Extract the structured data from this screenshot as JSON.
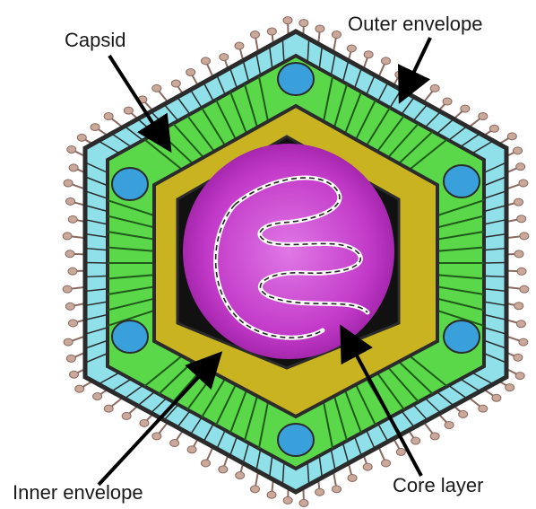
{
  "labels": {
    "capsid": "Capsid",
    "outer_envelope": "Outer envelope",
    "inner_envelope": "Inner envelope",
    "core_layer": "Core layer"
  },
  "colors": {
    "outline": "#2b2b2b",
    "outer_band": "#8fe0e8",
    "capsomer_green": "#5ad84a",
    "vertex_blue": "#3aa0dc",
    "inner_envelope": "#c9b320",
    "core_magenta": "#c23ac8",
    "core_dark": "#111111",
    "spike": "#caa89a",
    "dna": "#ffffff"
  }
}
